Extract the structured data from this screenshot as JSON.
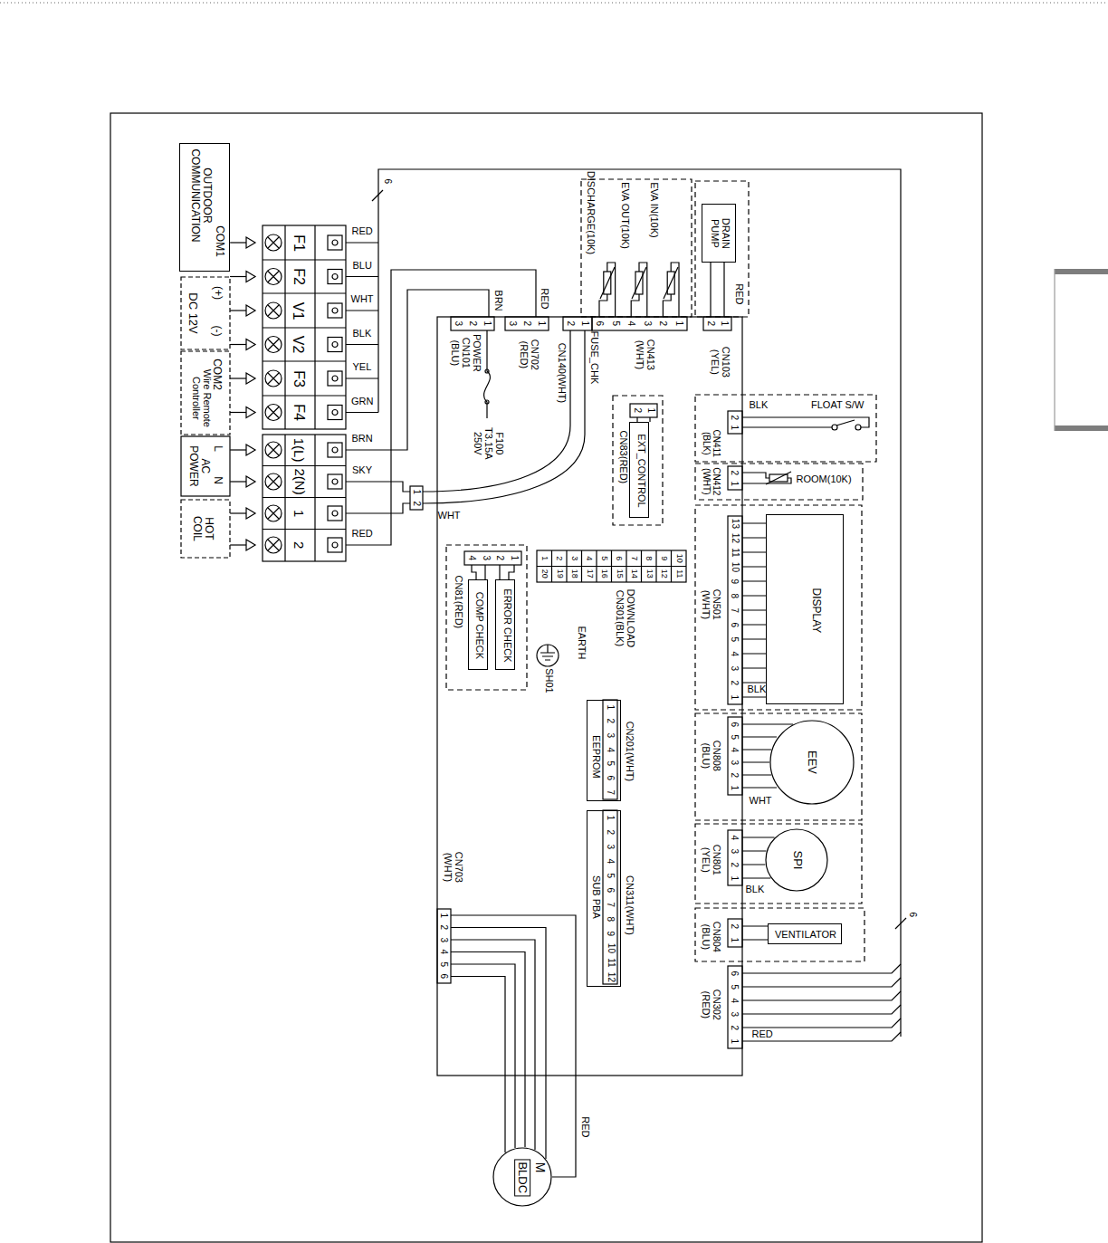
{
  "diagram": {
    "nodes": [
      {
        "text": [
          "OUTDOOR COMMUNICATION",
          "COM1"
        ]
      },
      {
        "text": [
          "DRAIN PUMP"
        ]
      },
      {
        "text": [
          "EXT_CONTROL"
        ]
      },
      {
        "text": [
          "DISPLAY"
        ]
      },
      {
        "text": [
          "ERROR CHECK"
        ]
      },
      {
        "text": [
          "COMP CHECK"
        ]
      },
      {
        "text": [
          "EEPROM"
        ]
      },
      {
        "text": [
          "SUB PBA"
        ]
      },
      {
        "text": [
          "EEV"
        ]
      },
      {
        "text": [
          "SPI"
        ]
      },
      {
        "text": [
          "VENTILATOR"
        ]
      },
      {
        "text": [
          "M",
          "BLDC"
        ]
      }
    ],
    "labels": [
      "(+)",
      "(-)",
      "DC 12V",
      "COM2",
      "Wire Remote Controller",
      "L",
      "N",
      "AC POWER",
      "HOT COIL",
      "F1",
      "F2",
      "V1",
      "V2",
      "F3",
      "F4",
      "1(L)",
      "2(N)",
      "1",
      "2",
      "RED",
      "BLU",
      "WHT",
      "BLK",
      "YEL",
      "GRN",
      "BRN",
      "SKY",
      "RED",
      "6",
      "1",
      "2",
      "WHT",
      "3",
      "2",
      "1",
      "POWER CN101 (BLU)",
      "BRN",
      "F100 T3.15A 250V",
      "3",
      "2",
      "1",
      "CN702 (RED)",
      "RED",
      "2",
      "1",
      "CN140(WHT)",
      "FUSE_CHK",
      "6",
      "5",
      "4",
      "3",
      "2",
      "1",
      "CN413 (WHT)",
      "DISCHARGE(10K)",
      "EVA OUT(10K)",
      "EVA IN(10K)",
      "2",
      "1",
      "CN103 (YEL)",
      "RED",
      "2",
      "1",
      "CN411 (BLK)",
      "BLK",
      "FLOAT S/W",
      "2",
      "1",
      "CN412 (WHT)",
      "ROOM(10K)",
      "2",
      "1",
      "CN83(RED)",
      "13",
      "12",
      "11",
      "10",
      "9",
      "8",
      "7",
      "6",
      "5",
      "4",
      "3",
      "2",
      "1",
      "CN501 (WHT)",
      "BLK",
      "1",
      "2",
      "3",
      "4",
      "5",
      "6",
      "7",
      "8",
      "9",
      "10",
      "20",
      "19",
      "18",
      "17",
      "16",
      "15",
      "14",
      "13",
      "12",
      "11",
      "DOWNLOAD CN301(BLK)",
      "EARTH",
      "SH01",
      "1",
      "2",
      "3",
      "4",
      "CN81(RED)",
      "1",
      "2",
      "3",
      "4",
      "5",
      "6",
      "7",
      "CN201(WHT)",
      "1",
      "2",
      "3",
      "4",
      "5",
      "6",
      "7",
      "8",
      "9",
      "10",
      "11",
      "12",
      "CN311(WHT)",
      "6",
      "5",
      "4",
      "3",
      "2",
      "1",
      "CN808 (BLU)",
      "WHT",
      "4",
      "3",
      "2",
      "1",
      "CN801 (YEL)",
      "BLK",
      "2",
      "1",
      "CN804 (BLU)",
      "6",
      "5",
      "4",
      "3",
      "2",
      "1",
      "CN302 (RED)",
      "RED",
      "6",
      "1",
      "2",
      "3",
      "4",
      "5",
      "6",
      "CN703 (WHT)",
      "RED"
    ]
  }
}
